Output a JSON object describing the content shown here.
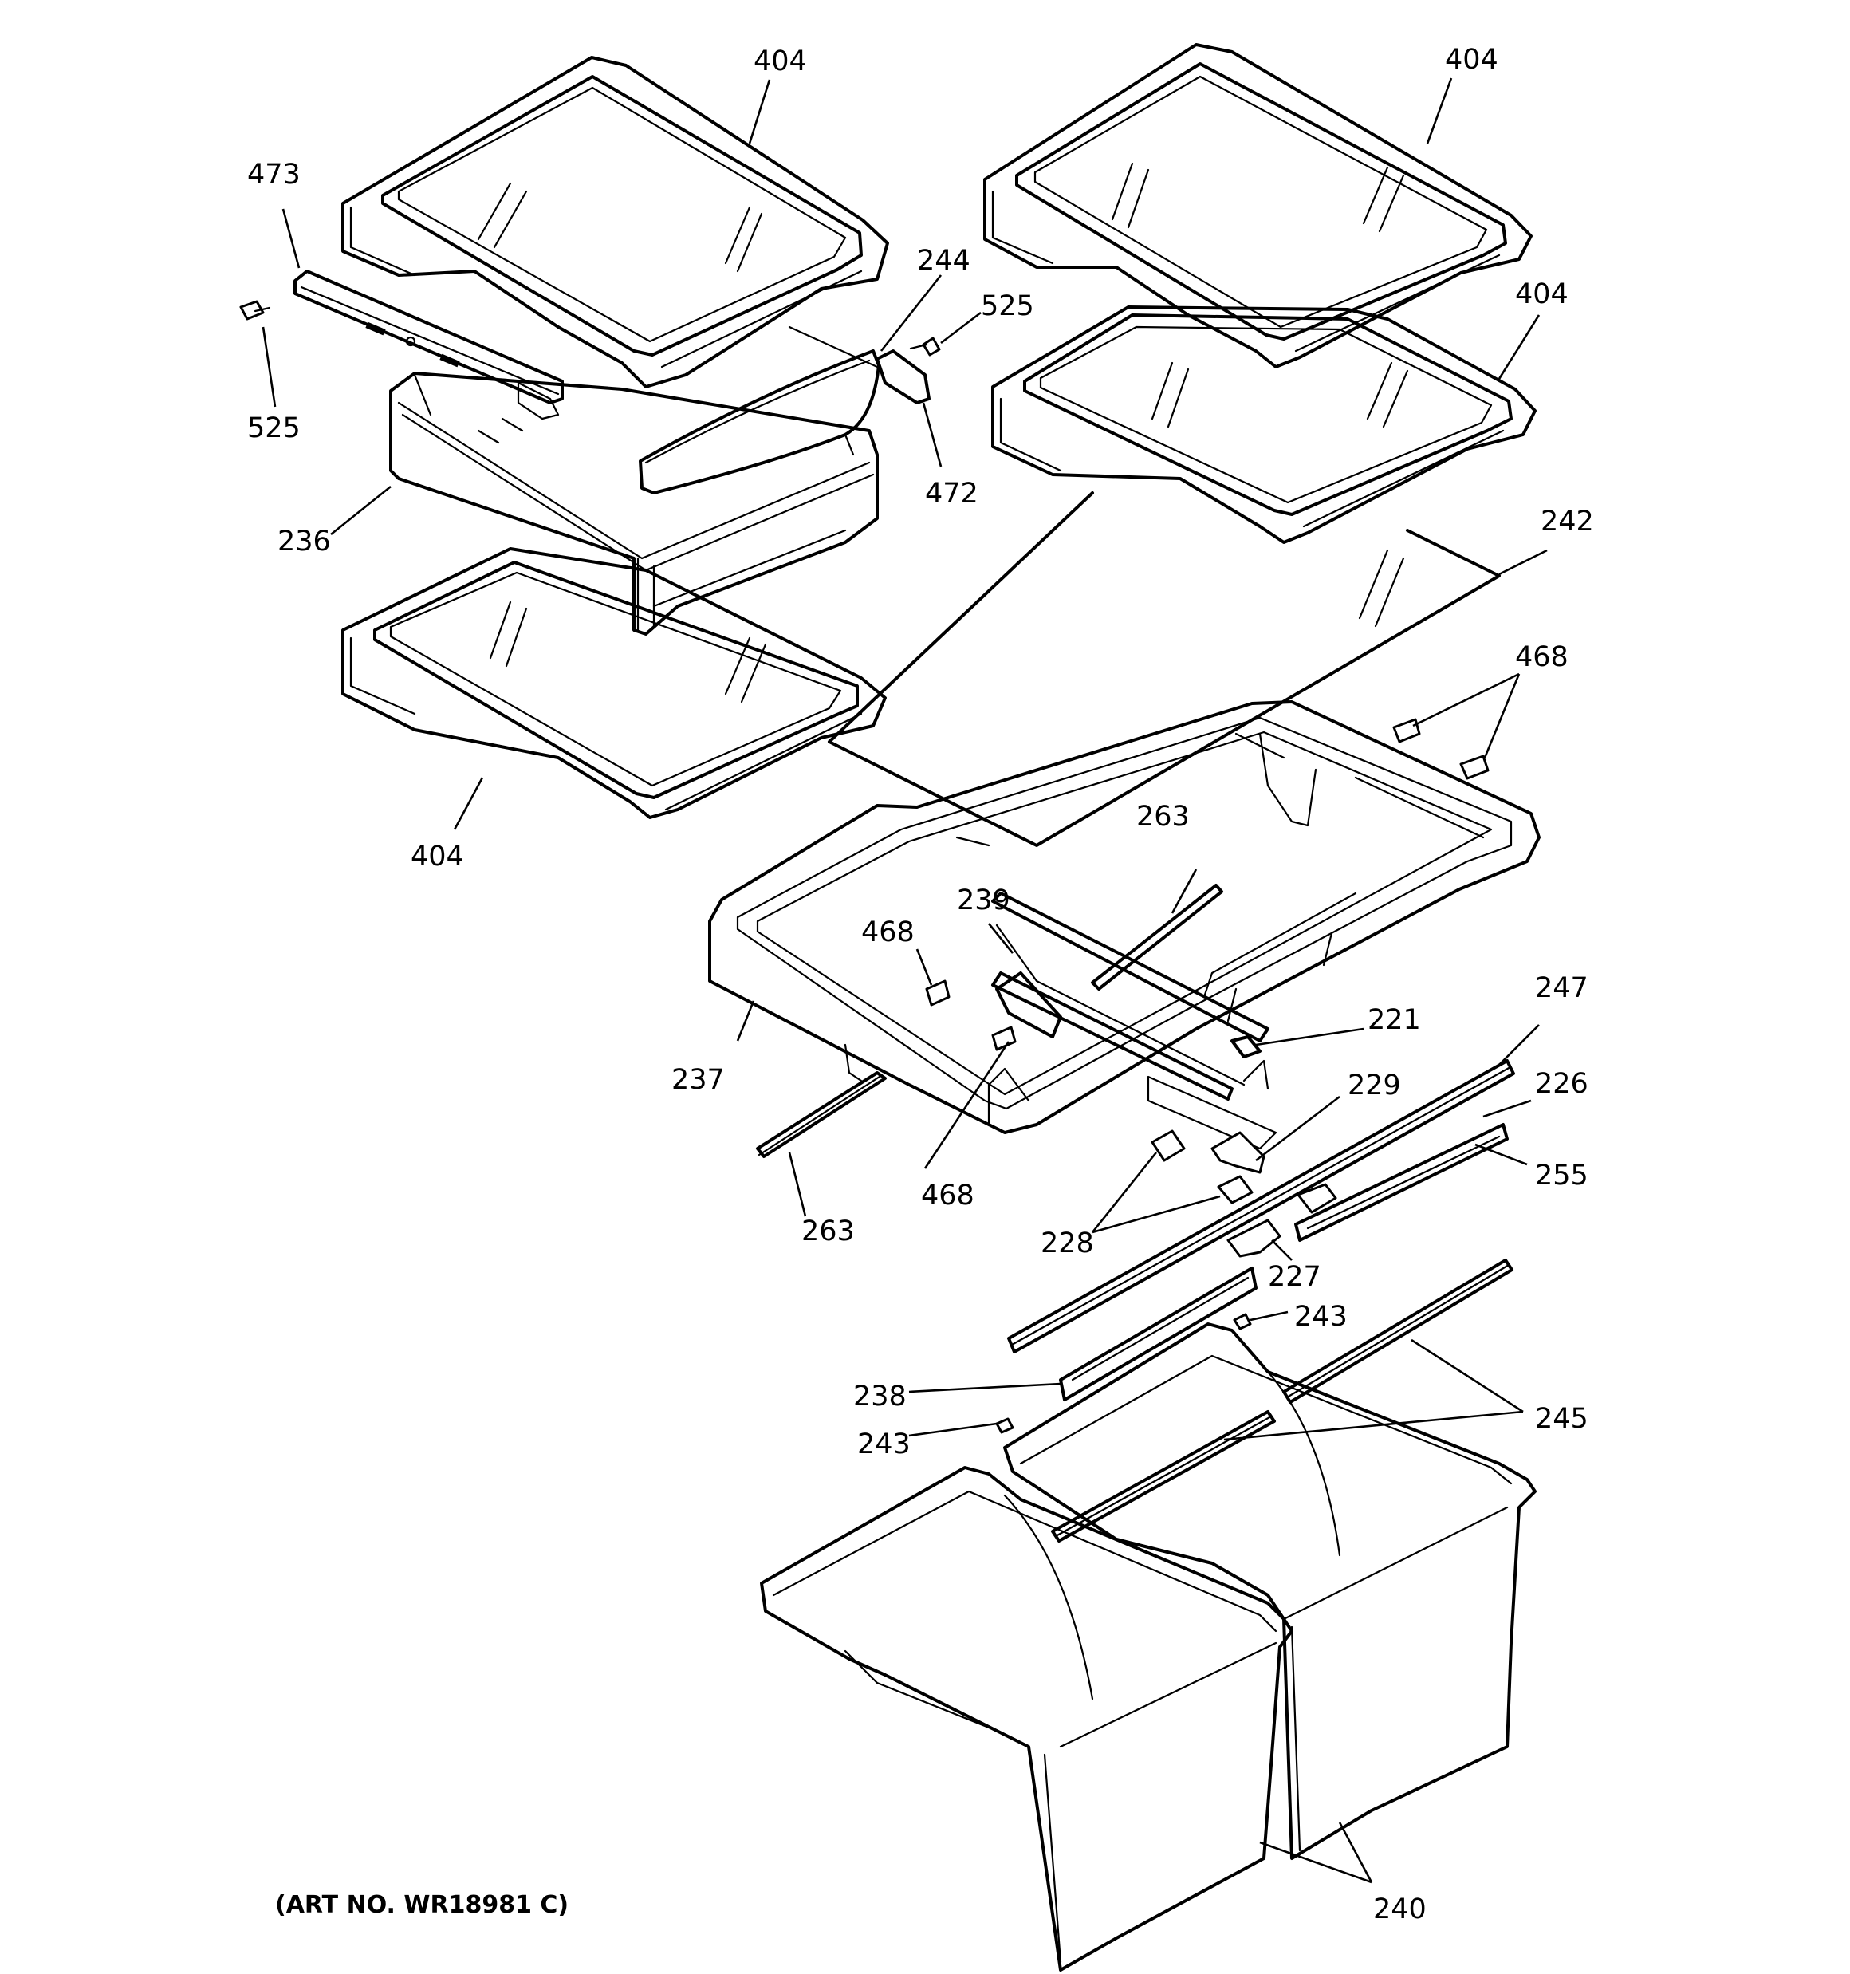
{
  "diagram": {
    "art_number": "(ART NO. WR18981 C)",
    "labels": {
      "l404_top_left": "404",
      "l404_top_right": "404",
      "l404_mid_right": "404",
      "l404_lower_left": "404",
      "l473": "473",
      "l244": "244",
      "l525_left": "525",
      "l525_right": "525",
      "l472": "472",
      "l236": "236",
      "l242": "242",
      "l468_top": "468",
      "l263_top": "263",
      "l239": "239",
      "l468_mid": "468",
      "l247": "247",
      "l221": "221",
      "l237": "237",
      "l229": "229",
      "l226": "226",
      "l468_bottom": "468",
      "l263_bottom": "263",
      "l255": "255",
      "l228": "228",
      "l227": "227",
      "l243_right": "243",
      "l238": "238",
      "l245": "245",
      "l243_left": "243",
      "l240": "240"
    }
  }
}
